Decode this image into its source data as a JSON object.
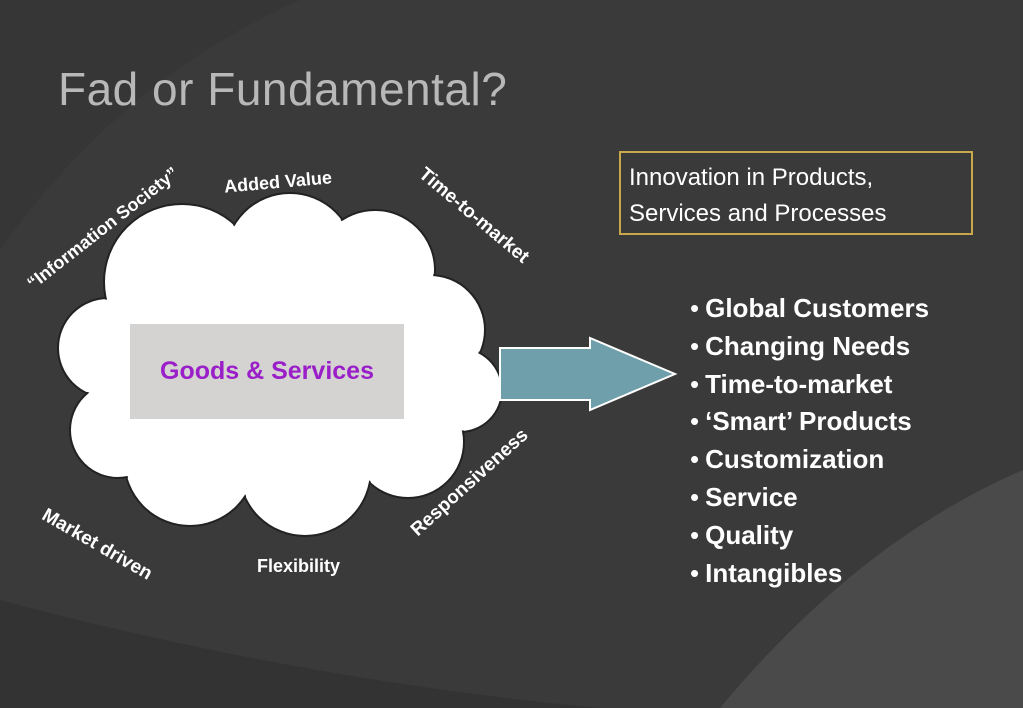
{
  "title": "Fad or Fundamental?",
  "center_box": {
    "label": "Goods & Services"
  },
  "cloud_labels": {
    "information_society": "“Information Society”",
    "added_value": "Added Value",
    "time_to_market": "Time-to-market",
    "responsiveness": "Responsiveness",
    "flexibility": "Flexibility",
    "market_driven": "Market driven"
  },
  "innovation_box": {
    "line1": "Innovation in Products,",
    "line2": "Services and Processes"
  },
  "bullets": [
    "Global Customers",
    "Changing Needs",
    "Time-to-market",
    "‘Smart’ Products",
    "Customization",
    "Service",
    "Quality",
    "Intangibles"
  ],
  "bullet_char": "•",
  "colors": {
    "background": "#3a3a3a",
    "title": "#b8b8b8",
    "goods_text": "#9a1fc9",
    "goods_box": "#d4d3d1",
    "arrow_fill": "#6e9fab",
    "innovation_border": "#c8a84a"
  }
}
